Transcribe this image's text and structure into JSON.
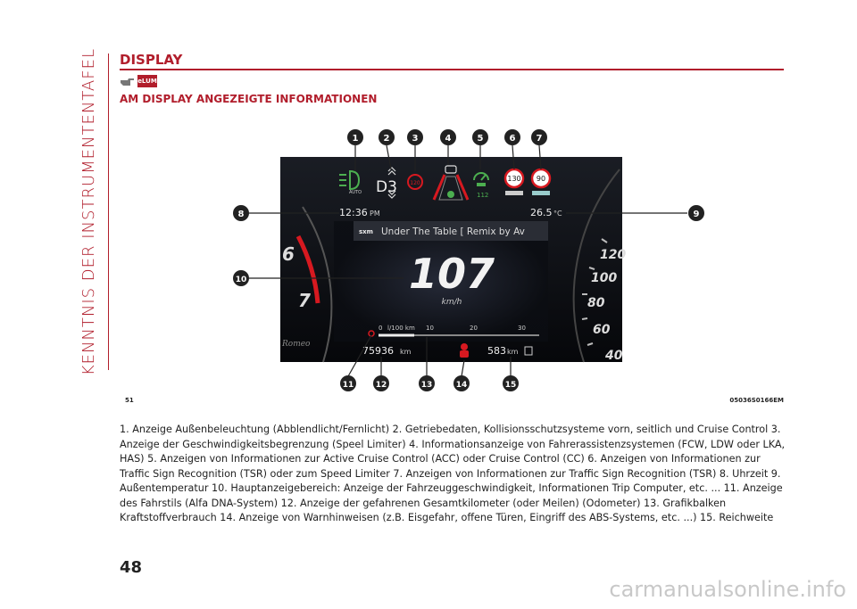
{
  "side_title": "KENNTNIS DER INSTRUMENTENTAFEL",
  "section_title": "DISPLAY",
  "badge": "eLUM",
  "subtitle": "AM DISPLAY ANGEZEIGTE INFORMATIONEN",
  "figure": {
    "callouts": [
      "1",
      "2",
      "3",
      "4",
      "5",
      "6",
      "7",
      "8",
      "9",
      "10",
      "11",
      "12",
      "13",
      "14",
      "15"
    ],
    "dashboard": {
      "auto_label": "AUTO",
      "gear": "D3",
      "speed_limiter": "120",
      "cc_speed": "112",
      "sign_1": "130",
      "sign_2": "90",
      "time": "12:36",
      "time_suffix": "PM",
      "temp": "26.5",
      "temp_unit": "°C",
      "radio_logo": "sxm",
      "song": "Under The Table [ Remix by Av",
      "speed": "107",
      "speed_unit": "km/h",
      "cons_ticks": [
        "0",
        "10",
        "20",
        "30"
      ],
      "cons_unit": "l/100 km",
      "odometer": "75936",
      "odometer_unit": "km",
      "range": "583",
      "range_unit": "km",
      "tach_left": [
        "6",
        "7"
      ],
      "tach_right": [
        "120",
        "100",
        "80",
        "60",
        "40"
      ],
      "brand": "Romeo"
    },
    "code_left": "51",
    "code_right": "05036S0166EM"
  },
  "description": "1. Anzeige Außenbeleuchtung (Abblendlicht/Fernlicht) 2. Getriebedaten, Kollisionsschutzsysteme vorn, seitlich und Cruise Control 3. Anzeige der Geschwindigkeitsbegrenzung (Speel Limiter) 4. Informationsanzeige von Fahrerassistenzsystemen (FCW, LDW oder LKA, HAS) 5. Anzeigen von Informationen zur Active Cruise Control (ACC) oder Cruise Control (CC) 6. Anzeigen von Informationen zur Traffic Sign Recognition (TSR) oder zum Speed Limiter 7. Anzeigen von Informationen zur Traffic Sign Recognition (TSR) 8. Uhrzeit 9. Außentemperatur 10. Hauptanzeigebereich: Anzeige der Fahrzeuggeschwindigkeit, Informationen Trip Computer, etc. ... 11. Anzeige des Fahrstils (Alfa DNA-System) 12. Anzeige der gefahrenen Gesamtkilometer (oder Meilen) (Odometer) 13. Grafikbalken Kraftstoffverbrauch 14. Anzeige von Warnhinweisen (z.B. Eisgefahr, offene Türen, Eingriff des ABS-Systems, etc. ...) 15. Reichweite",
  "page_number": "48",
  "watermark": "carmanualsonline.info",
  "colors": {
    "accent": "#b11d2b",
    "display_bg": "#0b0d12",
    "green_icon": "#4caf50",
    "red_zone": "#d71920"
  }
}
